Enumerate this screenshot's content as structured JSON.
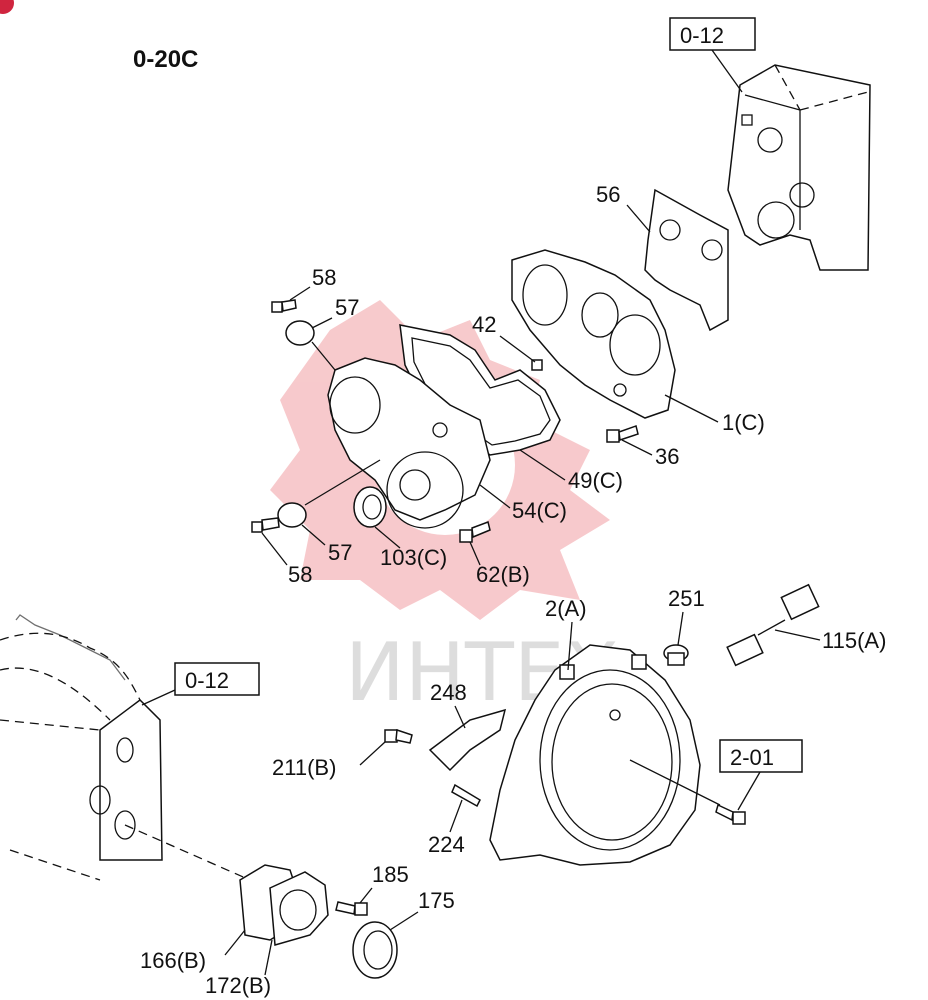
{
  "diagram": {
    "title": "0-20C",
    "refs": [
      {
        "id": "ref-top",
        "text": "0-12"
      },
      {
        "id": "ref-left",
        "text": "0-12"
      },
      {
        "id": "ref-right",
        "text": "2-01"
      }
    ],
    "callouts": {
      "c56": "56",
      "c58a": "58",
      "c57a": "57",
      "c42": "42",
      "c1c": "1(C)",
      "c36": "36",
      "c49c": "49(C)",
      "c54c": "54(C)",
      "c57b": "57",
      "c58b": "58",
      "c103c": "103(C)",
      "c62b": "62(B)",
      "c2a": "2(A)",
      "c251": "251",
      "c115a": "115(A)",
      "c248": "248",
      "c211b": "211(B)",
      "c224": "224",
      "c185": "185",
      "c175": "175",
      "c166b": "166(B)",
      "c172b": "172(B)"
    },
    "watermark": "ИНТЕХ",
    "colors": {
      "line": "#111111",
      "watermark_red": "#e8747a",
      "watermark_gray": "#cfcfcf",
      "corner_badge": "#d0253f"
    }
  }
}
